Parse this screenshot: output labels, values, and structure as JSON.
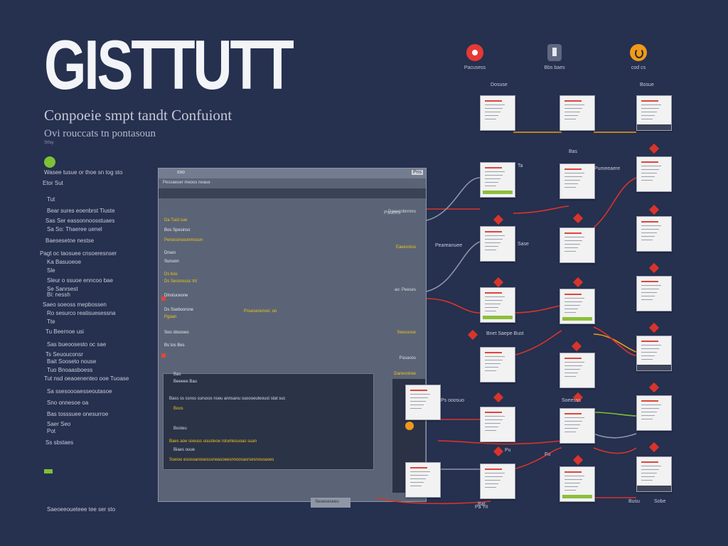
{
  "header": {
    "title": "GISTTUTT",
    "subtitle": "Conpoeie smpt tandt Confuiont",
    "subtitle2": "Ovi rouccats tn pontasoun",
    "tiny": "Stfay"
  },
  "top_icons": [
    {
      "name": "record-icon",
      "label": "Pacusess",
      "color": "#e53935"
    },
    {
      "name": "device-icon",
      "label": "Bbs baes",
      "color": "#5f6880"
    },
    {
      "name": "power-icon",
      "label": "cod cs",
      "color": "#f09a19"
    }
  ],
  "left_list": [
    "Wasee tusue or thoe sn tog sto",
    "Etor  Sut",
    "Tut",
    "Bear sures eoenbrst Tiuste",
    "Sas Ser eassonnoosstuaes",
    "Sa So: Thaeree uenel",
    "Baesesetne nestse",
    "Pagt oc taosuee cnsoeresnser",
    "Ka Basuoeoe",
    "Sle",
    "Sleur o ssuoe enncoo bae",
    "Se Sanrsest",
    "Bi: nessh",
    "Saeo soeoss mepbossen",
    "Ro sesurco reatisuesessna",
    "Tte",
    "Tu Beernoe usi",
    "Sas bueoosesto oc sae",
    "Ts Seuouconsr",
    "Bait Sooseto nouse",
    "Tuo Bnoaasboess",
    "Tut  nsd oeaoenenteo ooe Tuoase",
    "Sa ssesoooaesseoutasoe",
    "Sno onnesoe oa",
    "Bas tosssuee onesurroe",
    "Saer Seo",
    "Pot",
    "Ss sbstaes",
    "Saeoeeoueteee tee ser sto"
  ],
  "window": {
    "title": "sso",
    "badge": "Pns",
    "header": "Pessaeuer meoos neaue",
    "lines": [
      "Da Tuot sue",
      "Bos Spesinss",
      "Penocsnseunmsson",
      "Drsen",
      "Sunuon",
      "Ds bos",
      "Ds Sessnsssc tnt",
      "Dlnstuceone",
      "Ds Sseboorsne",
      "Pgaan",
      "Soo sbsoseo",
      "Bs tos Bes"
    ],
    "right_labels": [
      "Daeucnbnnmo",
      "Eaeesstus",
      "ao: Peeses",
      "Seecuose",
      "Pasaoos",
      "Daneoshee"
    ],
    "mid_label": "Psseseounoo: oo",
    "panel": {
      "title": "Bas",
      "lines": [
        "Beeeee Bau",
        "Bass ss ssnss sursoos nseu annsanu suoooeuteoust stat suc",
        "Boos",
        "Bosteu",
        "Baes aoe soeuss ususteoe rotuntesuoas suan",
        "Biaes ouue",
        "Sseioo esosoanosesssneasoeesnnoosasrsesnosoaoes"
      ]
    },
    "footer": "Seoeoeseeo"
  },
  "flow_labels": [
    "Dosuse",
    "Bas",
    "Bosue",
    "Ta",
    "Pumeeaere",
    "Sase",
    "Peareanuee",
    "Bnet Saepe Bust",
    "Ps ooosuo",
    "Soeesss",
    "Psuees",
    "Pu",
    "Fu",
    "Busu",
    "Bat",
    "Pa Yit",
    "Sobe"
  ]
}
